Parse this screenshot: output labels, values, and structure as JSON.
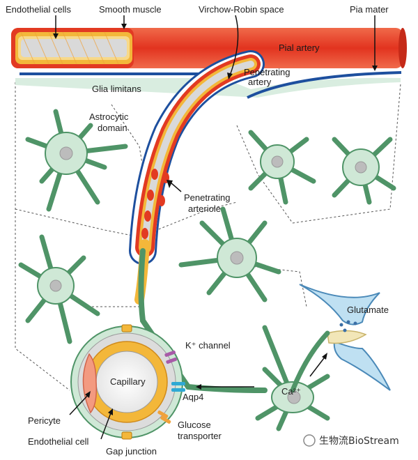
{
  "labels": {
    "endothelial_cells": "Endothelial cells",
    "smooth_muscle": "Smooth muscle",
    "virchow_robin": "Virchow-Robin space",
    "pia_mater": "Pia mater",
    "pial_artery": "Pial artery",
    "penetrating_artery_1": "Penetrating",
    "penetrating_artery_2": "artery",
    "glia_limitans": "Glia limitans",
    "astrocytic_domain_1": "Astrocytic",
    "astrocytic_domain_2": "domain",
    "penetrating_arteriole_1": "Penetrating",
    "penetrating_arteriole_2": "arteriole",
    "glutamate": "Glutamate",
    "k_channel": "K⁺ channel",
    "capillary": "Capillary",
    "ca": "Ca²⁺",
    "aqp4": "Aqp4",
    "pericyte": "Pericyte",
    "endothelial_cell": "Endothelial cell",
    "glucose_1": "Glucose",
    "glucose_2": "transporter",
    "gap_junction": "Gap junction"
  },
  "watermark": "生物流BioStream",
  "colors": {
    "artery": "#e8412c",
    "muscle_yellow": "#f3b73a",
    "vessel_core": "#d9d9d9",
    "astrocyte_fill": "#cfe8d6",
    "astrocyte_stroke": "#4f9467",
    "pia_blue": "#1d4f9e",
    "glutamate_blue": "#bfe0f2"
  }
}
